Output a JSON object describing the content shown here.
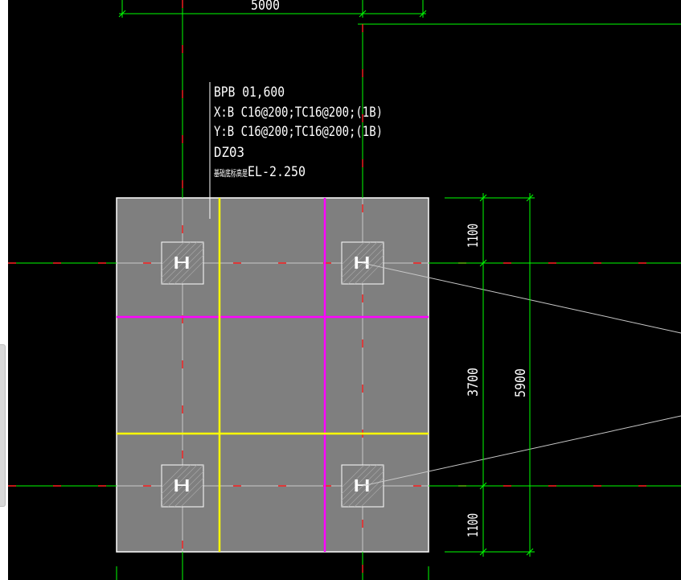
{
  "colors": {
    "background": "#000000",
    "slab_fill": "#7f7f7f",
    "slab_border": "#ffffff",
    "axis": "#00ff00",
    "dimension": "#00ff00",
    "band_x": "#ffff00",
    "band_y": "#ff00ff",
    "red_dash": "#ff2020",
    "grey_line": "#c8c8c8"
  },
  "annotation": {
    "line1": "BPB 01,600",
    "line2": "X:B C16@200;TC16@200;(1B)",
    "line3": "Y:B C16@200;TC16@200;(1B)",
    "line4": "DZ03",
    "line5_prefix": "基础底标高是",
    "line5_value": "EL-2.250"
  },
  "dimensions": {
    "top_span": "5000",
    "right_top": "1100",
    "right_mid": "3700",
    "right_bottom": "1100",
    "right_total": "5900"
  },
  "columns": [
    {
      "id": "col-top-left",
      "symbol": "H"
    },
    {
      "id": "col-top-right",
      "symbol": "H"
    },
    {
      "id": "col-bottom-left",
      "symbol": "H"
    },
    {
      "id": "col-bottom-right",
      "symbol": "H"
    }
  ]
}
